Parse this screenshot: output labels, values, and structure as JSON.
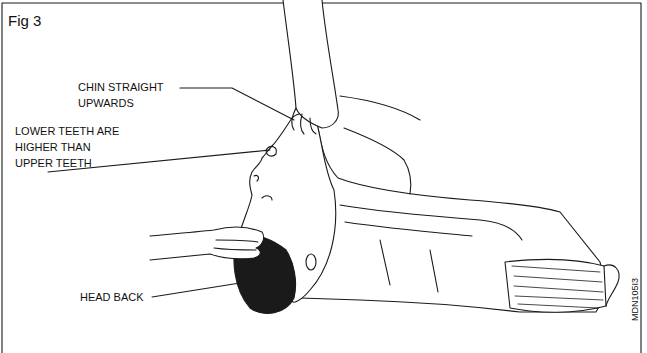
{
  "diagram": {
    "title": "Fig 3",
    "labels": [
      "CHIN STRAIGHT UPWARDS",
      "LOWER TEETH ARE HIGHER THAN UPPER TEETH",
      "HEAD BACK",
      "MDN105I3"
    ]
  }
}
